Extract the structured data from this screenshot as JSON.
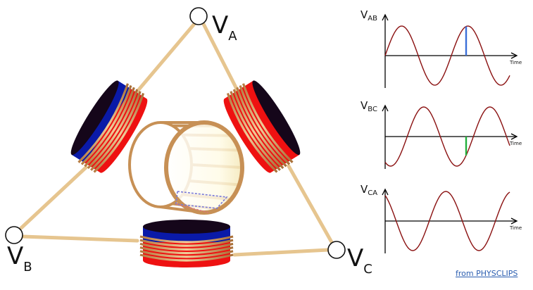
{
  "terminals": {
    "a": {
      "main": "V",
      "sub": "A"
    },
    "b": {
      "main": "V",
      "sub": "B"
    },
    "c": {
      "main": "V",
      "sub": "C"
    }
  },
  "waveforms": [
    {
      "label_main": "V",
      "label_sub": "AB",
      "axis_label": "Time",
      "phase_deg": 0,
      "marker_color": "#3a6fd8"
    },
    {
      "label_main": "V",
      "label_sub": "BC",
      "axis_label": "Time",
      "phase_deg": 120,
      "marker_color": "#22b03c"
    },
    {
      "label_main": "V",
      "label_sub": "CA",
      "axis_label": "Time",
      "phase_deg": 240,
      "marker_color": "#c81e1e"
    }
  ],
  "credit": "from PHYSCLIPS",
  "colors": {
    "wire": "#e6c58f",
    "copper": "#c79055",
    "copper_light": "#e8c190",
    "pole_blue": "#0a1aa8",
    "pole_red": "#ee1111",
    "pole_dark": "#15061a",
    "wave": "#8a1010",
    "axis": "#000000"
  }
}
